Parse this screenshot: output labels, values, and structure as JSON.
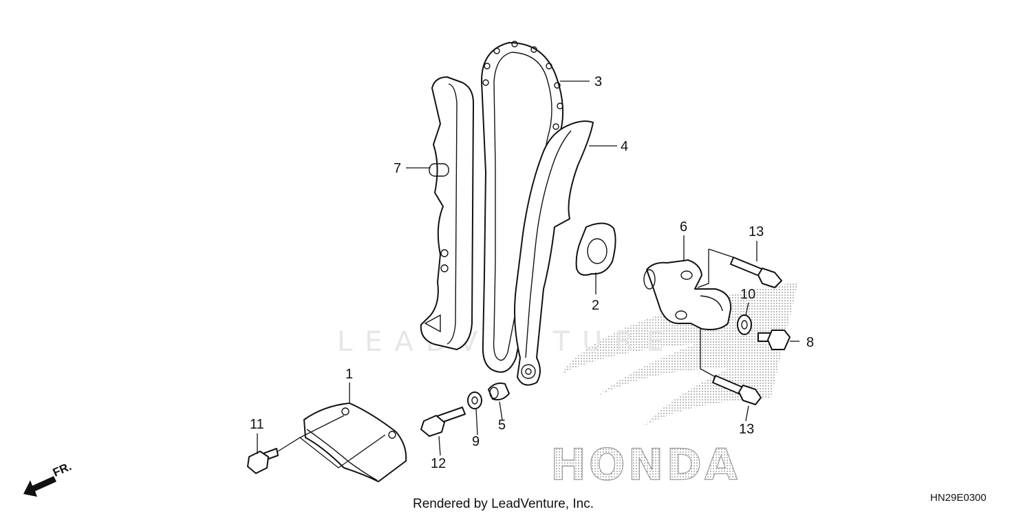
{
  "watermark": "LEADVENTURE",
  "brand_logo": "HONDA",
  "direction_marker": {
    "label": "FR.",
    "icon": "front-direction-arrow-icon"
  },
  "footer": {
    "credit": "Rendered by LeadVenture, Inc.",
    "diagram_code": "HN29E0300"
  },
  "callouts": [
    {
      "number": "1",
      "part": "cam-chain-guide-cover"
    },
    {
      "number": "2",
      "part": "tensioner-gasket"
    },
    {
      "number": "3",
      "part": "cam-chain"
    },
    {
      "number": "4",
      "part": "cam-chain-tensioner-arm"
    },
    {
      "number": "5",
      "part": "tensioner-pivot-collar"
    },
    {
      "number": "6",
      "part": "cam-chain-tensioner-lifter"
    },
    {
      "number": "7",
      "part": "cam-chain-guide"
    },
    {
      "number": "8",
      "part": "sealing-bolt"
    },
    {
      "number": "9",
      "part": "washer"
    },
    {
      "number": "10",
      "part": "sealing-washer"
    },
    {
      "number": "11",
      "part": "flange-bolt"
    },
    {
      "number": "12",
      "part": "pivot-bolt"
    },
    {
      "number": "13",
      "part": "lifter-bolt-top"
    },
    {
      "number": "13",
      "part": "lifter-bolt-bottom"
    }
  ]
}
